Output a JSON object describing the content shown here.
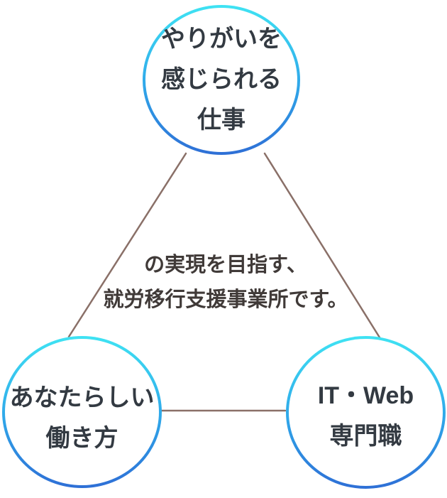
{
  "colors": {
    "background": "#ffffff",
    "circle_border_top": "#3fe3f3",
    "circle_border_mid": "#2fa9ea",
    "circle_border_bottom": "#2e6fd6",
    "circle_fill": "#ffffff",
    "circle_text": "#333a42",
    "center_text": "#403a38",
    "connector_line": "#8a7068"
  },
  "circles": {
    "top": {
      "line1": "やりがいを",
      "line2": "感じられる",
      "line3": "仕事"
    },
    "bottom_left": {
      "line1": "あなたらしい",
      "line2": "働き方"
    },
    "bottom_right": {
      "line1": "IT・Web",
      "line2": "専門職"
    }
  },
  "center_text": {
    "line1": "の実現を目指す、",
    "line2": "就労移行支援事業所です。"
  }
}
